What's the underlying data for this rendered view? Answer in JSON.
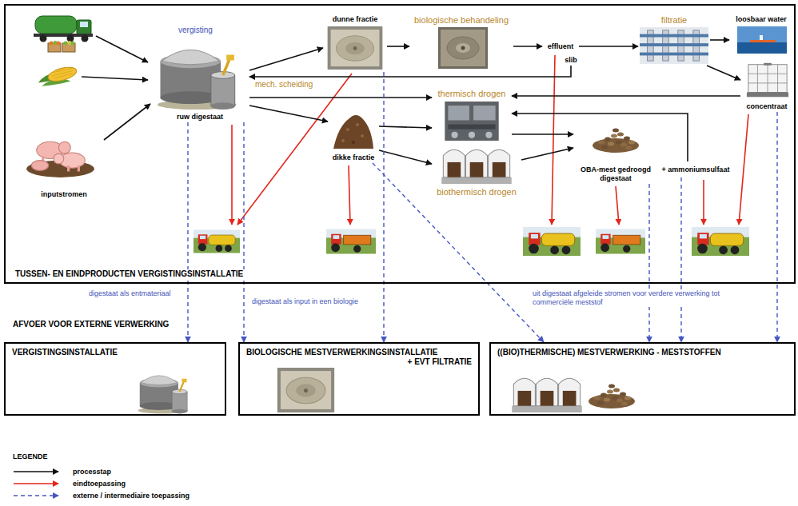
{
  "diagram": {
    "nodes": [
      {
        "text": [
          "TUSSEN- EN EINDPRODUCTEN VERGISTINGSINSTALLATIE"
        ]
      },
      {
        "text": [
          "inputstromen"
        ],
        "in": 0
      },
      {
        "text": [
          "ruw digestaat"
        ],
        "in": 0
      },
      {
        "text": [
          "dunne fractie"
        ],
        "in": 0
      },
      {
        "text": [
          "biologische behandeling"
        ],
        "in": 0
      },
      {
        "text": [
          "effluent"
        ],
        "in": 0
      },
      {
        "text": [
          "slib"
        ],
        "in": 0
      },
      {
        "text": [
          "filtratie"
        ],
        "in": 0
      },
      {
        "text": [
          "loosbaar water"
        ],
        "in": 0
      },
      {
        "text": [
          "concentraat"
        ],
        "in": 0
      },
      {
        "text": [
          "thermisch drogen"
        ],
        "in": 0
      },
      {
        "text": [
          "dikke fractie"
        ],
        "in": 0
      },
      {
        "text": [
          "biothermisch drogen"
        ],
        "in": 0
      },
      {
        "text": [
          "OBA-mest gedroogd digestaat"
        ],
        "in": 0
      },
      {
        "text": [
          "+ ammoniumsulfaat"
        ],
        "in": 0
      },
      {
        "text": [
          "VERGISTINGSINSTALLATIE"
        ]
      },
      {
        "text": [
          "BIOLOGISCHE MESTVERWERKINGSINSTALLATIE",
          "+ EVT FILTRATIE"
        ]
      },
      {
        "text": [
          "((BIO)THERMISCHE) MESTVERWERKING - MESTSTOFFEN"
        ]
      }
    ],
    "edges": [
      {
        "from": 1,
        "to": 2,
        "arrow": "to"
      },
      {
        "from": 2,
        "to": 3,
        "arrow": "to"
      },
      {
        "from": 2,
        "to": 11,
        "arrow": "to"
      },
      {
        "from": 2,
        "to": 10,
        "arrow": "to"
      },
      {
        "from": 3,
        "to": 4,
        "arrow": "to"
      },
      {
        "from": 4,
        "to": 5,
        "arrow": "to"
      },
      {
        "from": 5,
        "to": 7,
        "arrow": "to"
      },
      {
        "from": 7,
        "to": 8,
        "arrow": "to"
      },
      {
        "from": 7,
        "to": 9,
        "arrow": "to"
      },
      {
        "from": 6,
        "to": 2,
        "arrow": "to"
      },
      {
        "from": 11,
        "to": 10,
        "arrow": "to"
      },
      {
        "from": 11,
        "to": 12,
        "arrow": "to"
      },
      {
        "from": 10,
        "to": 13,
        "arrow": "to"
      },
      {
        "from": 12,
        "to": 13,
        "arrow": "to"
      },
      {
        "from": 9,
        "to": 10,
        "arrow": "to"
      },
      {
        "from": 14,
        "to": 10,
        "arrow": "to"
      },
      {
        "from": 2,
        "to": 15,
        "arrow": "to"
      },
      {
        "from": 2,
        "to": 16,
        "arrow": "to"
      },
      {
        "from": 3,
        "to": 16,
        "arrow": "to"
      },
      {
        "from": 11,
        "to": 17,
        "arrow": "to"
      },
      {
        "from": 13,
        "to": 17,
        "arrow": "to"
      },
      {
        "from": 14,
        "to": 17,
        "arrow": "to"
      },
      {
        "from": 9,
        "to": 17,
        "arrow": "to"
      }
    ],
    "labels": [
      "vergisting",
      "mech. scheiding",
      "AFVOER VOOR EXTERNE VERWERKING",
      "digestaat als entmateriaal",
      "digestaat als input in een biologie",
      "uit digestaat afgeleide stromen voor verdere verwerking tot commerciële meststof",
      "LEGENDE"
    ],
    "legend": [
      {
        "text": "processtap"
      },
      {
        "text": "eindtoepassing"
      },
      {
        "text": "externe / intermediaire toepassing"
      }
    ]
  }
}
